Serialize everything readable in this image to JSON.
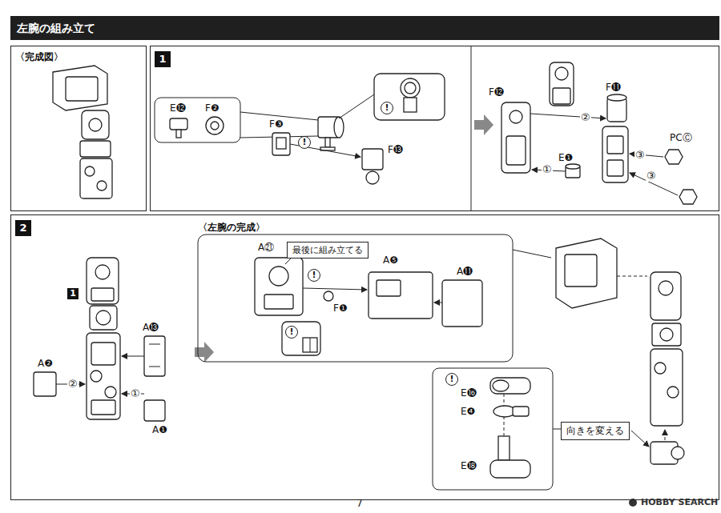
{
  "diagram": {
    "title": "左腕の組み立て",
    "nodes": [
      {
        "text": [
          "〈完成図〉"
        ]
      },
      {
        "text": [
          "1"
        ]
      },
      {
        "text": [
          "2"
        ]
      },
      {
        "text": [
          "〈左腕の完成〉"
        ],
        "in": 2
      },
      {
        "text": [
          "最後に組み立てる"
        ],
        "in": 3
      },
      {
        "text": [
          "向きを変える"
        ],
        "in": 2
      }
    ],
    "labels": [
      "E⓬",
      "F❷",
      "F❸",
      "!",
      "F⓭",
      "!",
      "F⓬",
      "②",
      "F⓫",
      "PCⒸ",
      "③",
      "③",
      "E❶",
      "①",
      "1",
      "A⓭",
      "A❷",
      "②",
      "①",
      "A❶",
      "A㉑",
      "A❺",
      "A⓫",
      "!",
      "F❶",
      "!",
      "!",
      "E⓰",
      "E❹",
      "E⓲",
      "7",
      "HOBBY SEARCH"
    ]
  }
}
